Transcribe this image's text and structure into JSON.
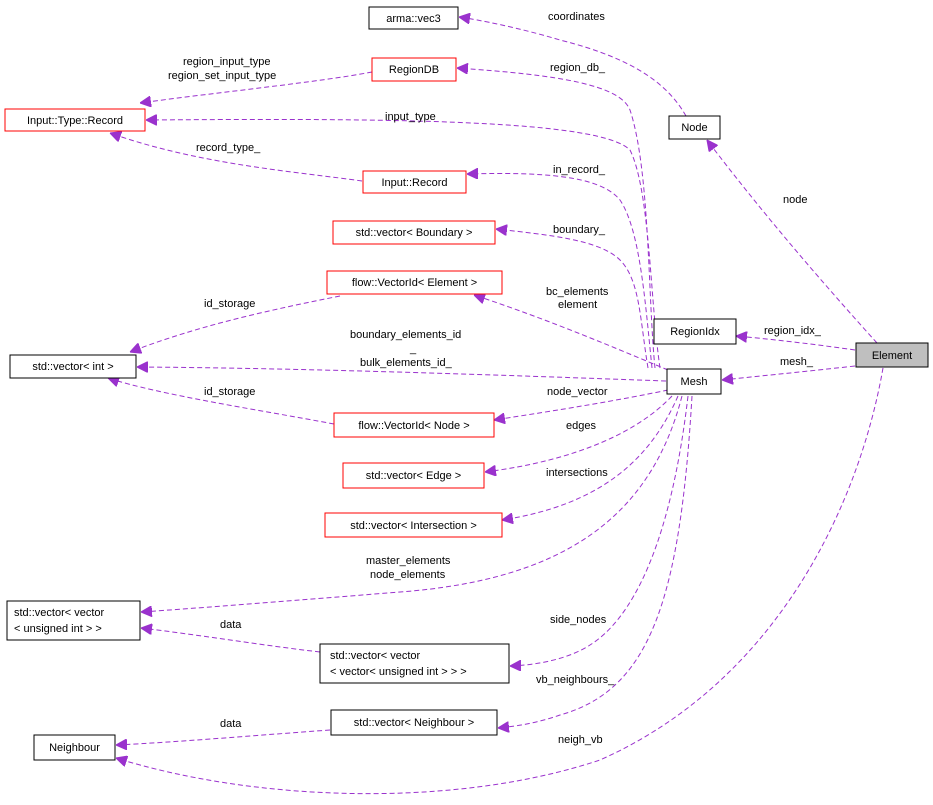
{
  "colors": {
    "edge": "#9a32cd",
    "incomplete_border": "#ff0000",
    "normal_border": "#000000",
    "focus_fill": "#bfbfbf"
  },
  "nodes": {
    "arma_vec3": "arma::vec3",
    "regiondb": "RegionDB",
    "input_type_record": "Input::Type::Record",
    "node": "Node",
    "input_record": "Input::Record",
    "vector_boundary": "std::vector< Boundary >",
    "vectorid_element": "flow::VectorId< Element >",
    "regionidx": "RegionIdx",
    "element": "Element",
    "vector_int": "std::vector< int >",
    "mesh": "Mesh",
    "vectorid_node": "flow::VectorId< Node >",
    "vector_edge": "std::vector< Edge >",
    "vector_intersection": "std::vector< Intersection >",
    "vector_vector_uint_1": "std::vector< vector",
    "vector_vector_uint_2": "< unsigned int > >",
    "vector_vvv_uint_1": "std::vector< vector",
    "vector_vvv_uint_2": "< vector< unsigned int > > >",
    "vector_neighbour": "std::vector< Neighbour >",
    "neighbour": "Neighbour"
  },
  "edges": {
    "coordinates": "coordinates",
    "region_input_type": "region_input_type",
    "region_set_input_type": "region_set_input_type",
    "region_db": "region_db_",
    "input_type": "input_type",
    "record_type": "record_type_",
    "in_record": "in_record_",
    "boundary": "boundary_",
    "node": "node",
    "id_storage_1": "id_storage",
    "bc_elements": "bc_elements",
    "element": "element",
    "region_idx": "region_idx_",
    "boundary_elements_id": "boundary_elements_id",
    "underscore": "_",
    "bulk_elements_id": "bulk_elements_id_",
    "mesh": "mesh_",
    "id_storage_2": "id_storage",
    "node_vector": "node_vector",
    "edges": "edges",
    "intersections": "intersections",
    "master_elements": "master_elements",
    "node_elements": "node_elements",
    "data_1": "data",
    "side_nodes": "side_nodes",
    "vb_neighbours": "vb_neighbours_",
    "data_2": "data",
    "neigh_vb": "neigh_vb"
  }
}
